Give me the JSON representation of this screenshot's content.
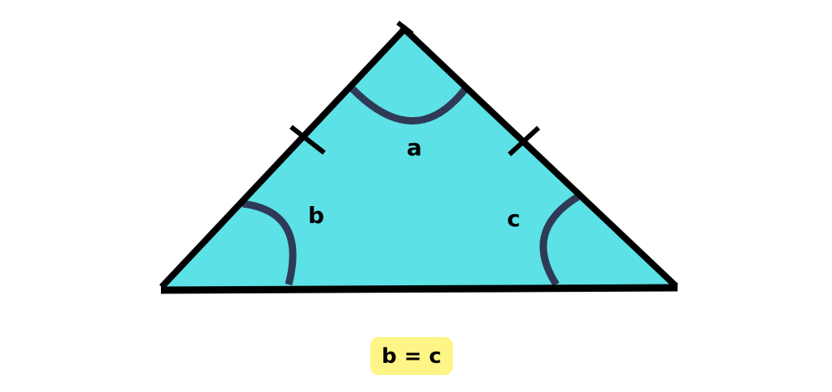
{
  "diagram": {
    "shape": "isosceles triangle",
    "fill_color": "#5ce1e6",
    "outline_color": "#000000",
    "arc_color": "#2f3a56",
    "angle_labels": {
      "a": "a",
      "b": "b",
      "c": "c"
    },
    "equal_side_ticks": 2
  },
  "note": {
    "text": "b = c",
    "background": "#fdf585"
  }
}
